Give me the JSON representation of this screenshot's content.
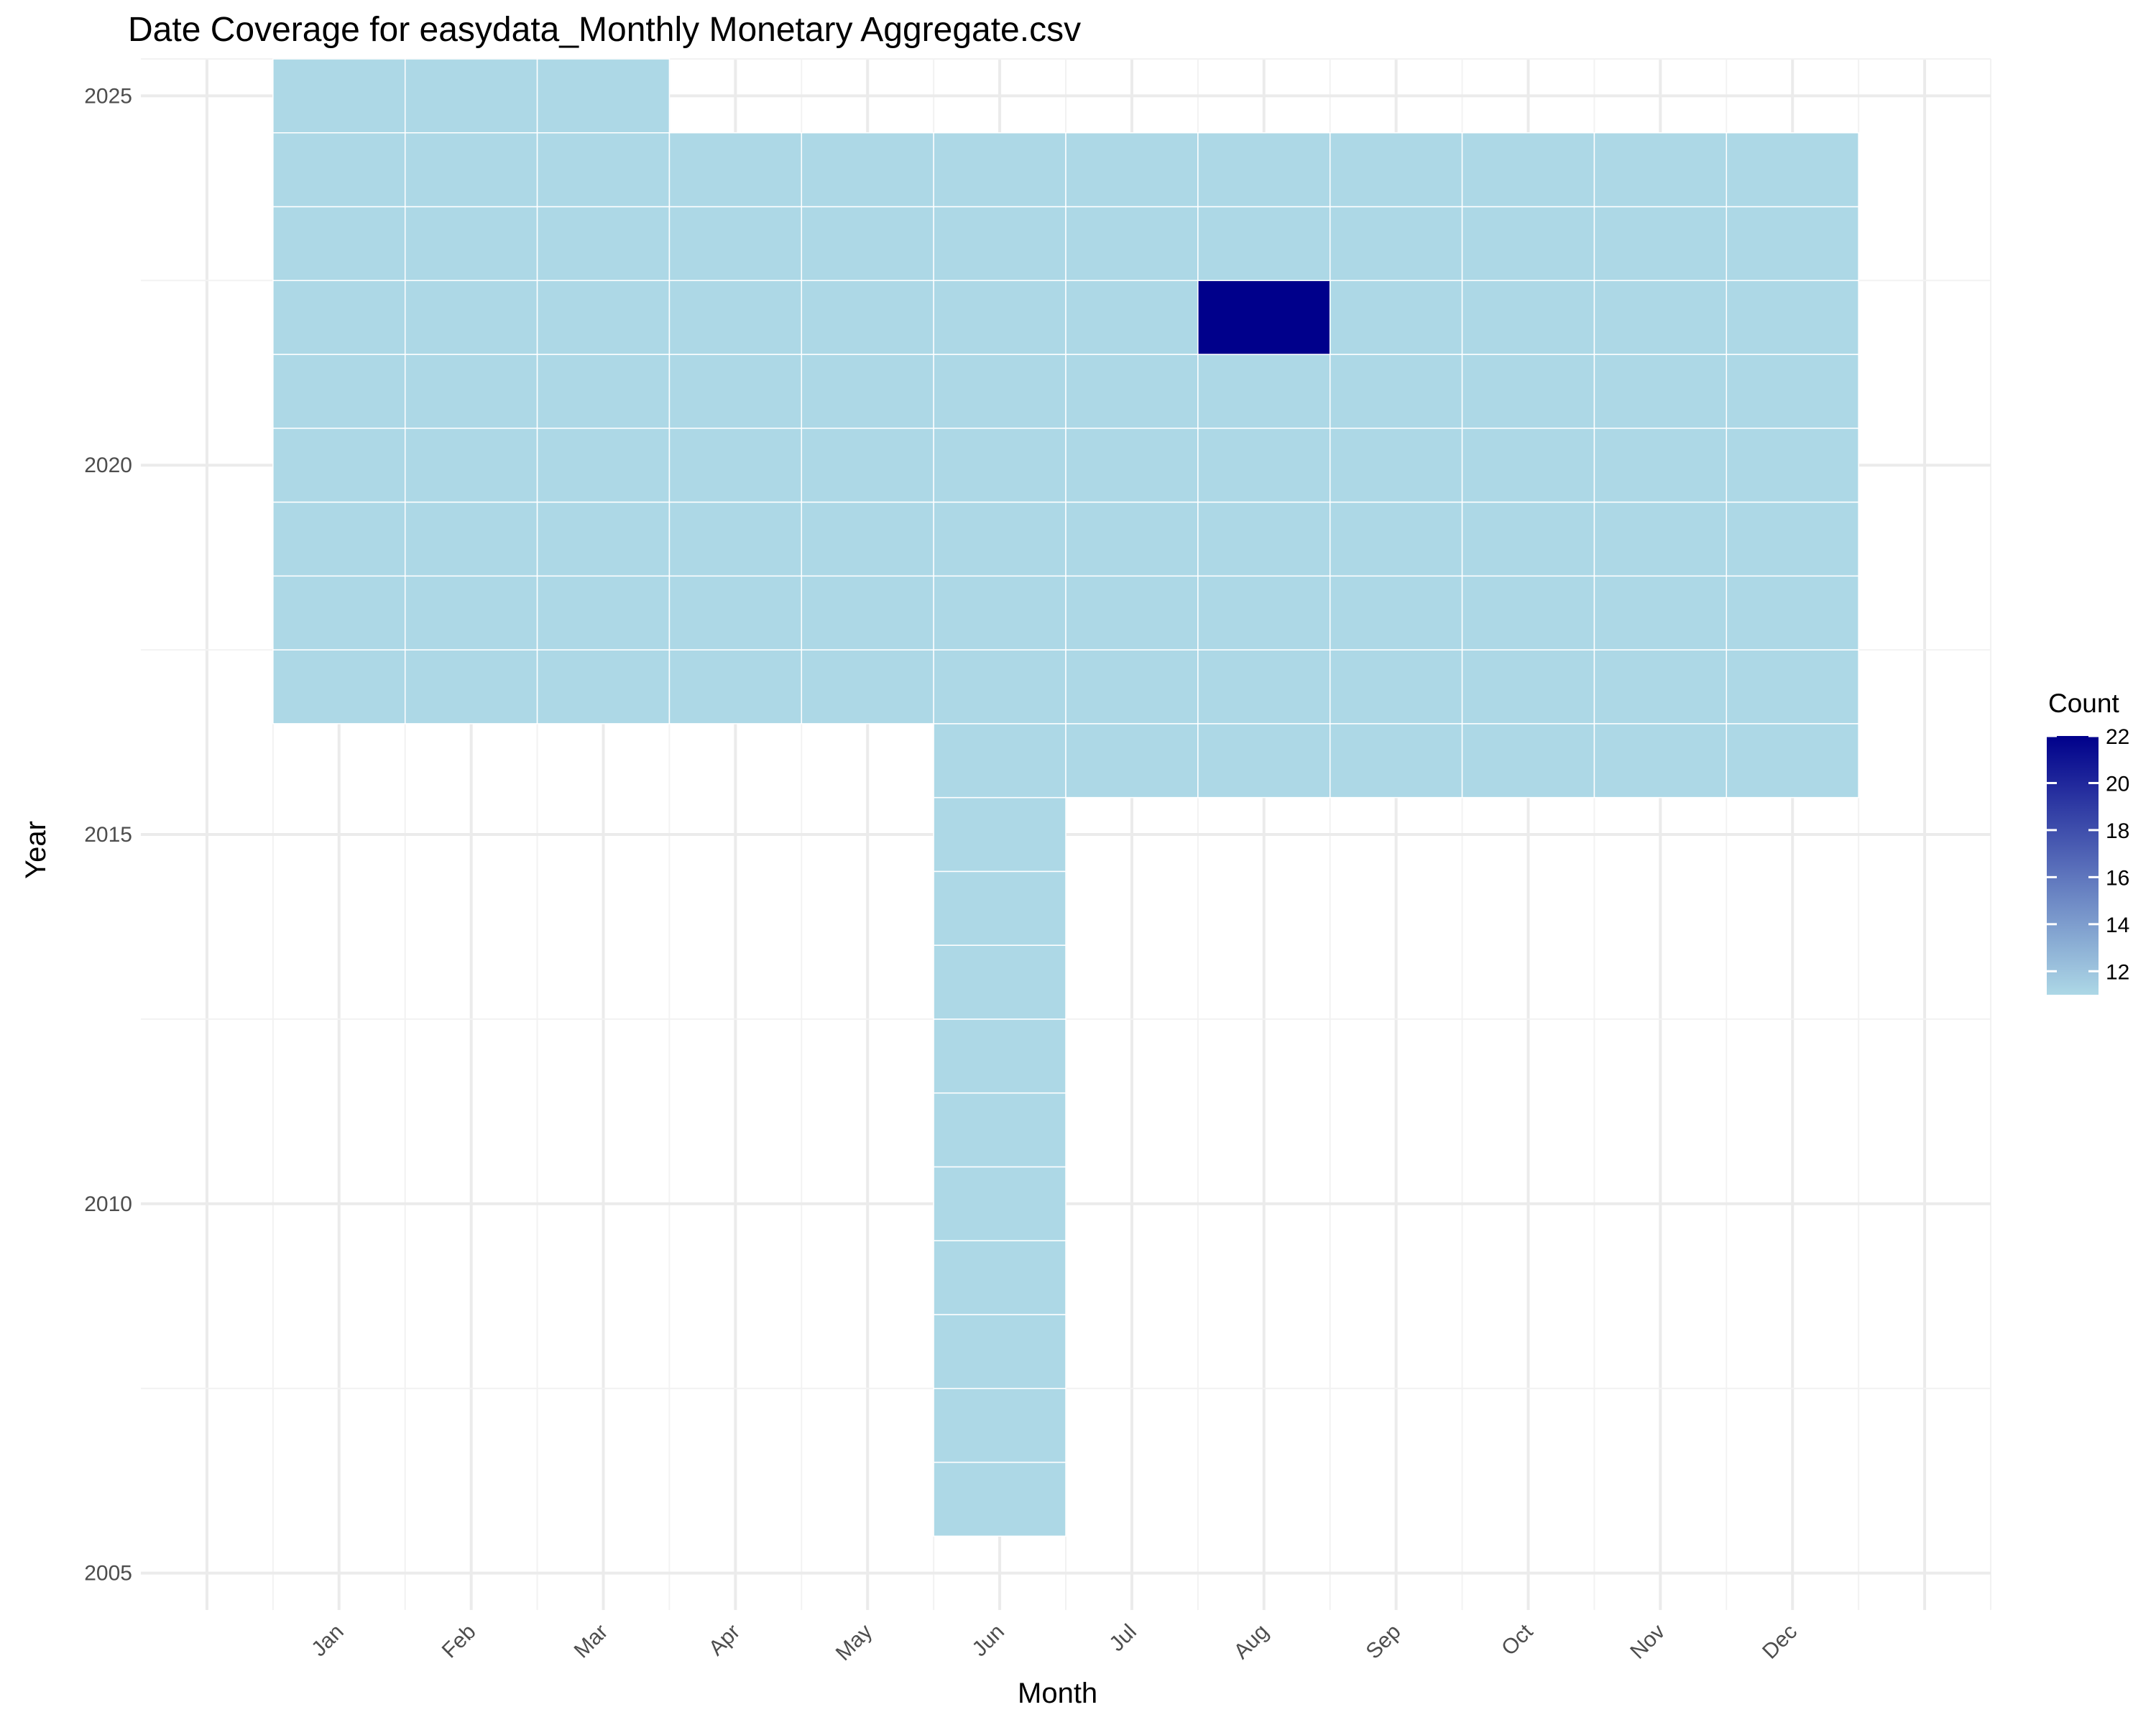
{
  "chart_data": {
    "type": "heatmap",
    "title": "Date Coverage for easydata_Monthly Monetary Aggregate.csv",
    "xlabel": "Month",
    "ylabel": "Year",
    "x_categories": [
      "Jan",
      "Feb",
      "Mar",
      "Apr",
      "May",
      "Jun",
      "Jul",
      "Aug",
      "Sep",
      "Oct",
      "Nov",
      "Dec"
    ],
    "y_ticks": [
      2005,
      2010,
      2015,
      2020,
      2025
    ],
    "y_range": [
      2004.5,
      2025.5
    ],
    "legend": {
      "title": "Count",
      "ticks": [
        12,
        14,
        16,
        18,
        20,
        22
      ],
      "low_value": 11,
      "high_value": 22,
      "low_color": "#add8e6",
      "high_color": "#00008b",
      "position": "right"
    },
    "grid": true,
    "cells": [
      {
        "month": "Jun",
        "year": 2006,
        "count": 11
      },
      {
        "month": "Jun",
        "year": 2007,
        "count": 11
      },
      {
        "month": "Jun",
        "year": 2008,
        "count": 11
      },
      {
        "month": "Jun",
        "year": 2009,
        "count": 11
      },
      {
        "month": "Jun",
        "year": 2010,
        "count": 11
      },
      {
        "month": "Jun",
        "year": 2011,
        "count": 11
      },
      {
        "month": "Jun",
        "year": 2012,
        "count": 11
      },
      {
        "month": "Jun",
        "year": 2013,
        "count": 11
      },
      {
        "month": "Jun",
        "year": 2014,
        "count": 11
      },
      {
        "month": "Jun",
        "year": 2015,
        "count": 11
      },
      {
        "month": "Jun",
        "year": 2016,
        "count": 11
      },
      {
        "month": "Jul",
        "year": 2016,
        "count": 11
      },
      {
        "month": "Aug",
        "year": 2016,
        "count": 11
      },
      {
        "month": "Sep",
        "year": 2016,
        "count": 11
      },
      {
        "month": "Oct",
        "year": 2016,
        "count": 11
      },
      {
        "month": "Nov",
        "year": 2016,
        "count": 11
      },
      {
        "month": "Dec",
        "year": 2016,
        "count": 11
      },
      {
        "month_range": [
          "Jan",
          "Dec"
        ],
        "year_range": [
          2017,
          2021
        ],
        "count": 11
      },
      {
        "month_range": [
          "Jan",
          "Jul"
        ],
        "year": 2022,
        "count": 11
      },
      {
        "month": "Aug",
        "year": 2022,
        "count": 22
      },
      {
        "month_range": [
          "Sep",
          "Dec"
        ],
        "year": 2022,
        "count": 11
      },
      {
        "month_range": [
          "Jan",
          "Dec"
        ],
        "year_range": [
          2023,
          2024
        ],
        "count": 11
      },
      {
        "month_range": [
          "Jan",
          "Mar"
        ],
        "year": 2025,
        "count": 11
      }
    ]
  }
}
